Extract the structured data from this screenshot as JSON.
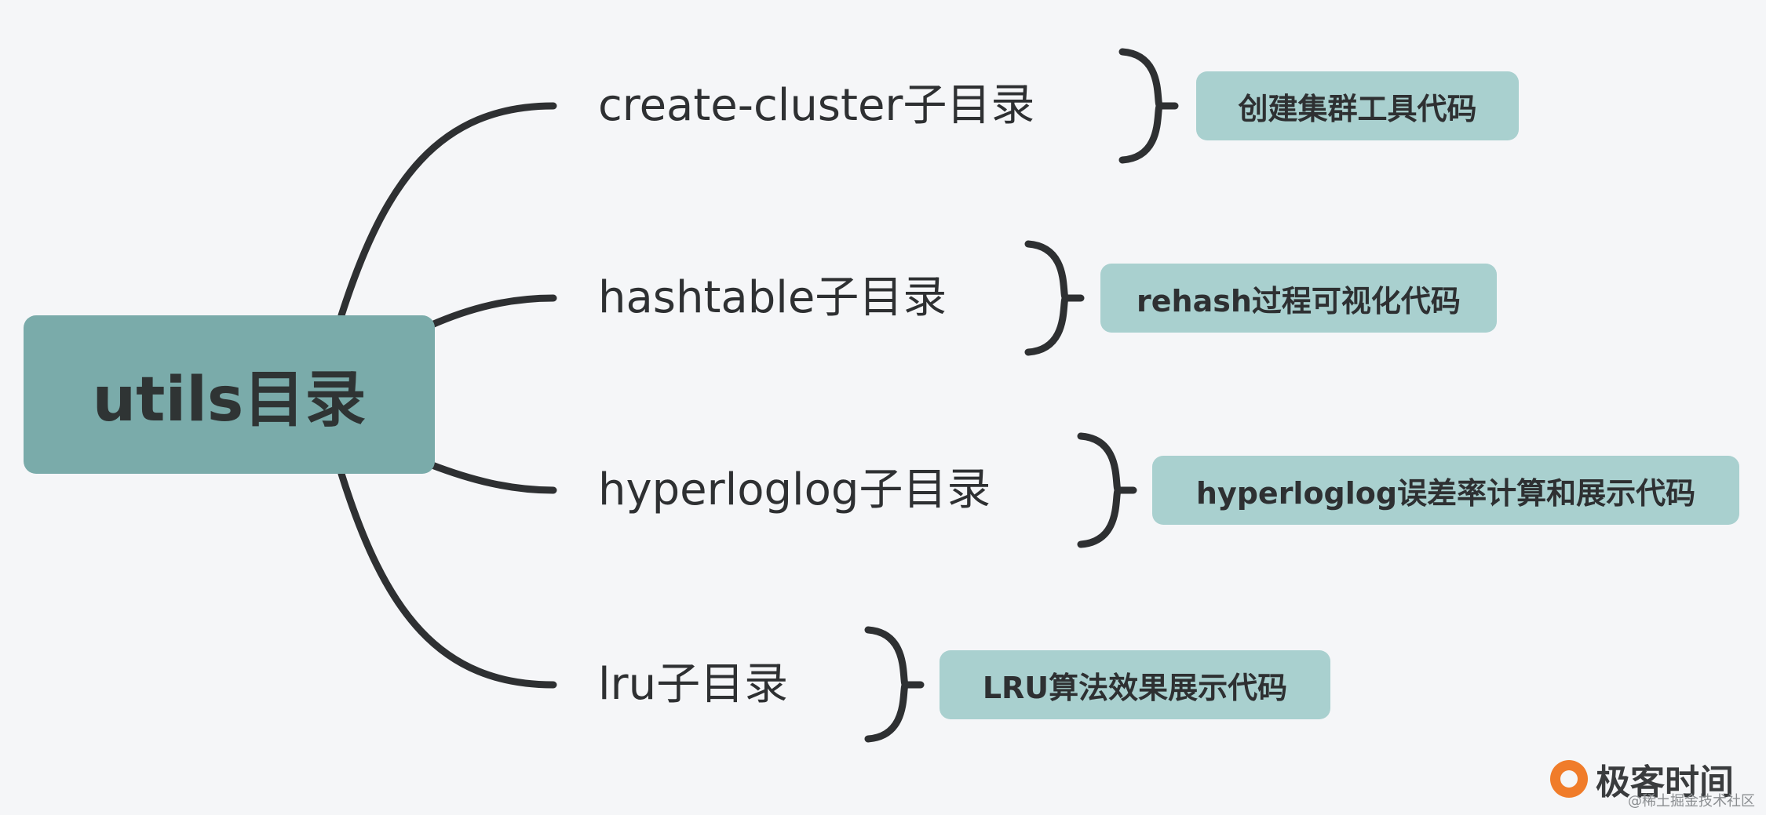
{
  "root": {
    "label": "utils目录"
  },
  "branches": [
    {
      "label": "create-cluster子目录",
      "note": "创建集群工具代码"
    },
    {
      "label": "hashtable子目录",
      "note": "rehash过程可视化代码"
    },
    {
      "label": "hyperloglog子目录",
      "note": "hyperloglog误差率计算和展示代码"
    },
    {
      "label": "lru子目录",
      "note": "LRU算法效果展示代码"
    }
  ],
  "brand": {
    "name": "极客时间"
  },
  "watermark": "@稀土掘金技术社区",
  "colors": {
    "background": "#f5f6f8",
    "root_fill": "#7aabaa",
    "note_fill": "#a9d0cf",
    "line": "#2e3032",
    "brand_accent": "#f07c2a"
  }
}
